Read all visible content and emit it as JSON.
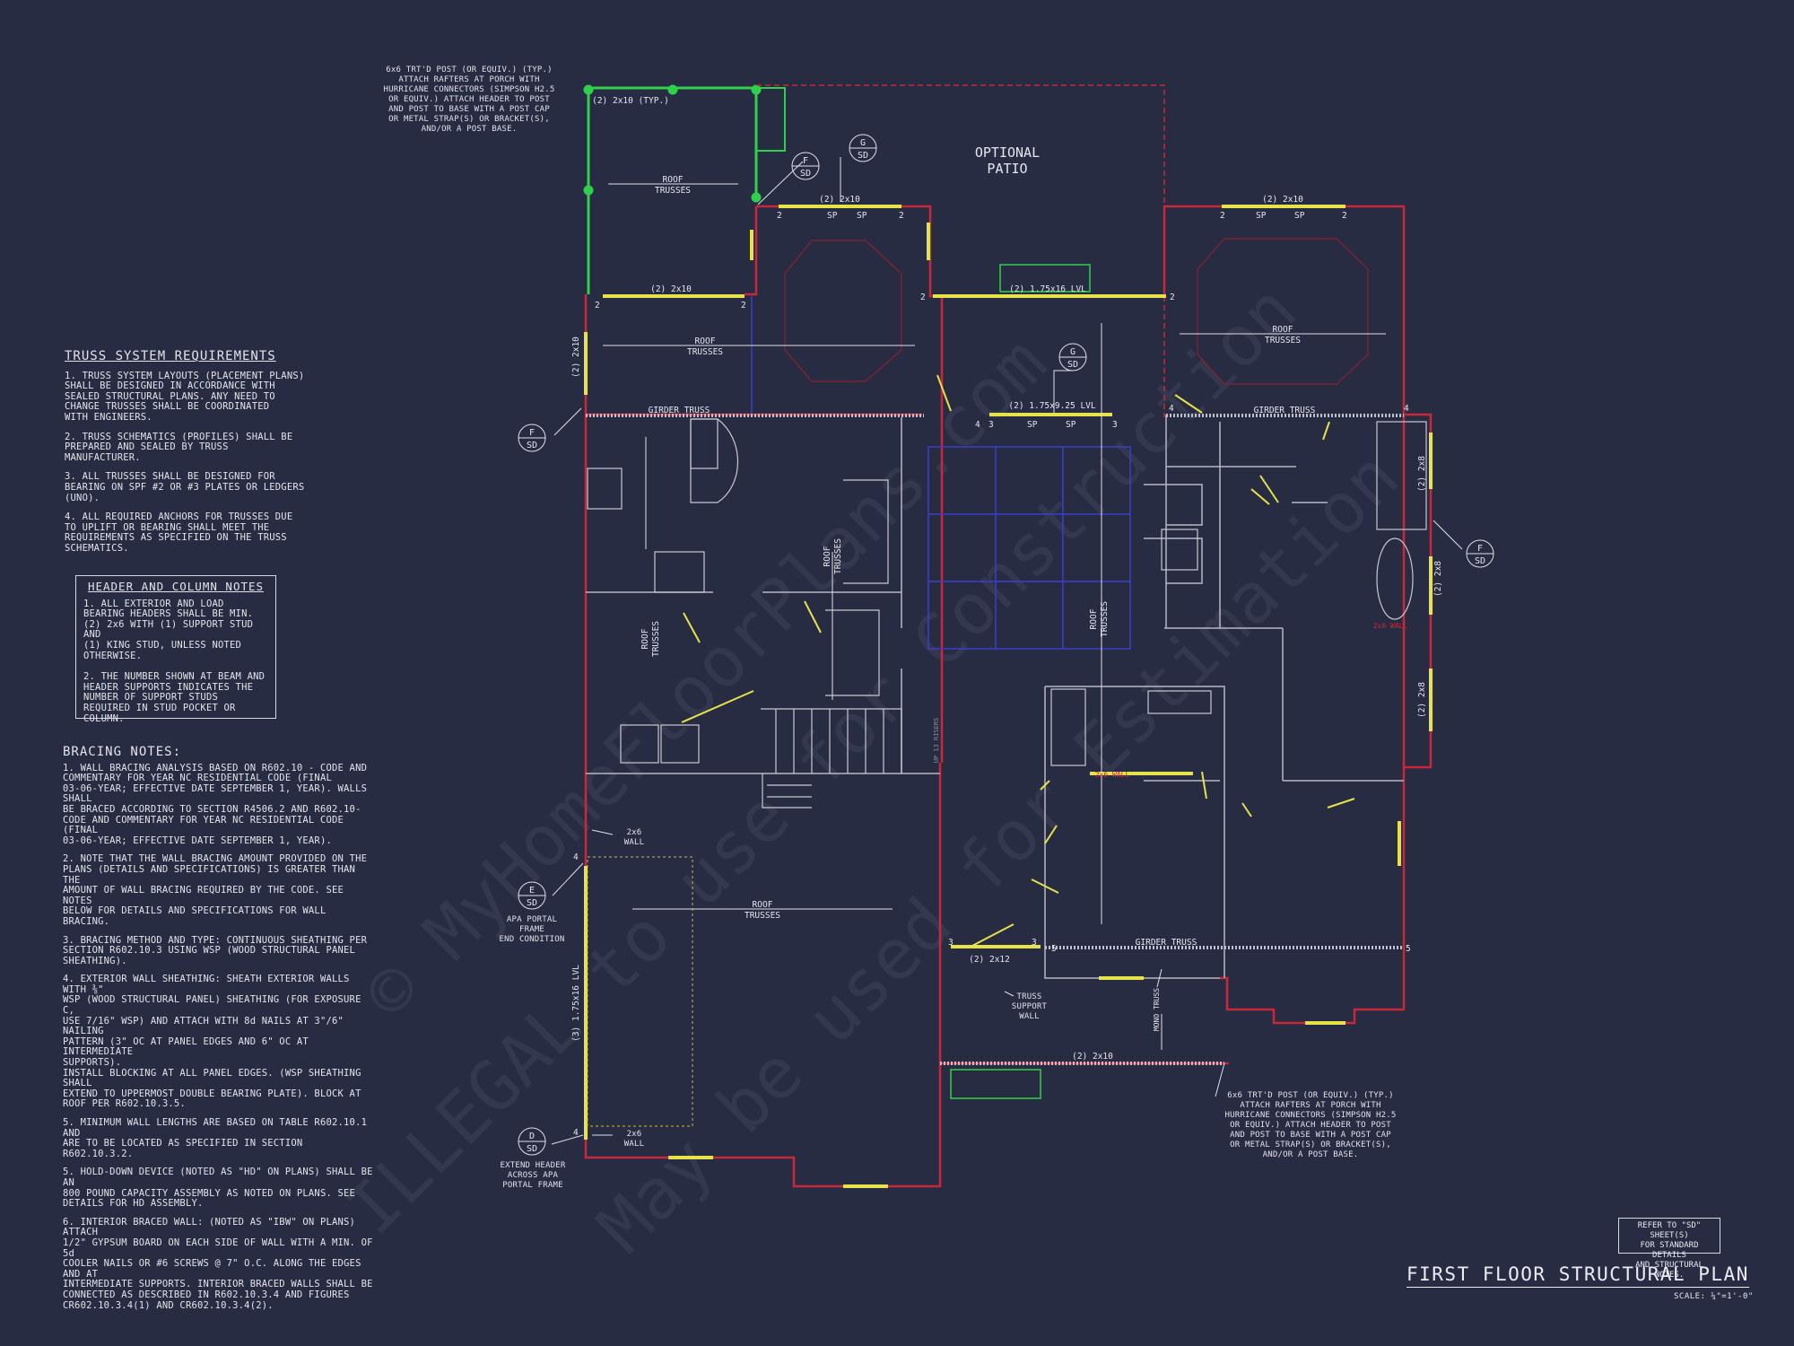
{
  "sheet": {
    "title": "FIRST FLOOR STRUCTURAL PLAN",
    "scale": "SCALE: ¼\"=1'-0\"",
    "reference_note": "REFER TO \"SD\" SHEET(S)\nFOR STANDARD DETAILS\nAND STRUCTURAL NOTES."
  },
  "truss_notes": {
    "title": "TRUSS SYSTEM REQUIREMENTS",
    "items": [
      "1. TRUSS SYSTEM LAYOUTS (PLACEMENT PLANS)\nSHALL BE DESIGNED IN ACCORDANCE WITH\nSEALED STRUCTURAL PLANS. ANY NEED TO\nCHANGE TRUSSES SHALL BE COORDINATED\nWITH ENGINEERS.",
      "2. TRUSS SCHEMATICS (PROFILES) SHALL BE\nPREPARED AND SEALED BY TRUSS\nMANUFACTURER.",
      "3. ALL TRUSSES SHALL BE DESIGNED FOR\nBEARING ON SPF #2 OR #3 PLATES OR LEDGERS\n(UNO).",
      "4. ALL REQUIRED ANCHORS FOR TRUSSES DUE\nTO UPLIFT OR BEARING SHALL MEET THE\nREQUIREMENTS AS SPECIFIED ON THE TRUSS\nSCHEMATICS."
    ]
  },
  "header_notes": {
    "title": "HEADER AND COLUMN NOTES",
    "items": [
      "1. ALL EXTERIOR AND LOAD\nBEARING HEADERS SHALL BE MIN.\n(2) 2x6 WITH (1) SUPPORT STUD AND\n(1) KING STUD, UNLESS NOTED\nOTHERWISE.",
      "2. THE NUMBER SHOWN AT BEAM AND\nHEADER SUPPORTS INDICATES THE\nNUMBER OF SUPPORT STUDS\nREQUIRED IN STUD POCKET OR\nCOLUMN."
    ]
  },
  "bracing_notes": {
    "title": "BRACING NOTES:",
    "items": [
      "1. WALL BRACING ANALYSIS BASED ON R602.10 - CODE AND\nCOMMENTARY FOR YEAR NC RESIDENTIAL CODE (FINAL\n03-06-YEAR; EFFECTIVE DATE SEPTEMBER 1, YEAR). WALLS SHALL\nBE BRACED ACCORDING TO SECTION R4506.2 AND R602.10-\nCODE AND COMMENTARY FOR YEAR NC RESIDENTIAL CODE (FINAL\n03-06-YEAR; EFFECTIVE DATE SEPTEMBER 1, YEAR).",
      "2. NOTE THAT THE WALL BRACING AMOUNT PROVIDED ON THE\nPLANS (DETAILS AND SPECIFICATIONS) IS GREATER THAN THE\nAMOUNT OF WALL BRACING REQUIRED BY THE CODE. SEE NOTES\nBELOW FOR DETAILS AND SPECIFICATIONS FOR WALL BRACING.",
      "3. BRACING METHOD AND TYPE: CONTINUOUS SHEATHING PER\nSECTION R602.10.3 USING WSP (WOOD STRUCTURAL PANEL\nSHEATHING).",
      "4. EXTERIOR WALL SHEATHING: SHEATH EXTERIOR WALLS WITH ⅜\"\nWSP (WOOD STRUCTURAL PANEL) SHEATHING (FOR EXPOSURE C,\nUSE 7/16\" WSP) AND ATTACH WITH 8d NAILS AT 3\"/6\" NAILING\nPATTERN (3\" OC AT PANEL EDGES AND 6\" OC AT INTERMEDIATE\nSUPPORTS).\nINSTALL BLOCKING AT ALL PANEL EDGES. (WSP SHEATHING SHALL\nEXTEND TO UPPERMOST DOUBLE BEARING PLATE). BLOCK AT\nROOF PER R602.10.3.5.",
      "5. MINIMUM WALL LENGTHS ARE BASED ON TABLE R602.10.1 AND\nARE TO BE LOCATED AS SPECIFIED IN SECTION R602.10.3.2.",
      "5. HOLD-DOWN DEVICE (NOTED AS \"HD\" ON PLANS) SHALL BE AN\n800 POUND CAPACITY ASSEMBLY AS NOTED ON PLANS. SEE\nDETAILS FOR HD ASSEMBLY.",
      "6. INTERIOR BRACED WALL: (NOTED AS \"IBW\" ON PLANS) ATTACH\n1/2\" GYPSUM BOARD ON EACH SIDE OF WALL WITH A MIN. OF 5d\nCOOLER NAILS OR #6 SCREWS @ 7\" O.C. ALONG THE EDGES AND AT\nINTERMEDIATE SUPPORTS. INTERIOR BRACED WALLS SHALL BE\nCONNECTED AS DESCRIBED IN R602.10.3.4 AND FIGURES\nCR602.10.3.4(1) AND CR602.10.3.4(2)."
    ]
  },
  "callouts": {
    "post_top": "6x6 TRT'D POST (OR EQUIV.) (TYP.)\nATTACH RAFTERS AT PORCH WITH\nHURRICANE CONNECTORS (SIMPSON H2.5\nOR EQUIV.) ATTACH HEADER TO POST\nAND POST TO BASE WITH A POST CAP\nOR METAL STRAP(S) OR BRACKET(S),\nAND/OR A POST BASE.",
    "post_bottom": "6x6 TRT'D POST (OR EQUIV.) (TYP.)\nATTACH RAFTERS AT PORCH WITH\nHURRICANE CONNECTORS (SIMPSON H2.5\nOR EQUIV.) ATTACH HEADER TO POST\nAND POST TO BASE WITH A POST CAP\nOR METAL STRAP(S) OR BRACKET(S),\nAND/OR A POST BASE.",
    "apa_portal": "APA PORTAL\nFRAME\nEND CONDITION",
    "extend_header": "EXTEND HEADER\nACROSS APA\nPORTAL FRAME",
    "truss_support": "TRUSS\nSUPPORT\nWALL",
    "wall_2x6_top": "2x6\nWALL",
    "wall_2x6_bottom": "2x6\nWALL"
  },
  "plan_labels": {
    "optional_patio": [
      "OPTIONAL",
      "PATIO"
    ],
    "roof_trusses": [
      "ROOF",
      "TRUSSES"
    ],
    "girder_truss": "GIRDER TRUSS",
    "header_2x10_typ": "(2) 2x10 (TYP.)",
    "header_2x10": "(2) 2x10",
    "header_2x12": "(2) 2x12",
    "lvl_1": "(2) 1.75x16 LVL",
    "lvl_2": "(2) 1.75x9.25 LVL",
    "lvl_3": "(3) 1.75x16 LVL",
    "header_2x8": "(2) 2x8",
    "wall_2x6": "2x6 WALL",
    "sp": "SP",
    "mono_truss": "MONO TRUSS",
    "stair_note": "UP 13 RISERS"
  },
  "section_markers": [
    {
      "top": "G",
      "bottom": "SD"
    },
    {
      "top": "F",
      "bottom": "SD"
    },
    {
      "top": "E",
      "bottom": "SD"
    },
    {
      "top": "D",
      "bottom": "SD"
    }
  ],
  "stud_counts": [
    "2",
    "3",
    "4",
    "5"
  ],
  "watermark": [
    "© MyHomeFloorPlans.com",
    "ILLEGAL to use for Construction",
    "May be used for Estimation"
  ],
  "colors": {
    "background": "#282c43",
    "exterior_wall": "#c8283a",
    "header_beam": "#e6e24a",
    "porch_beam": "#2fd04a",
    "fixtures": "#c8c8d0",
    "interior_blue": "#3a3fc8"
  }
}
